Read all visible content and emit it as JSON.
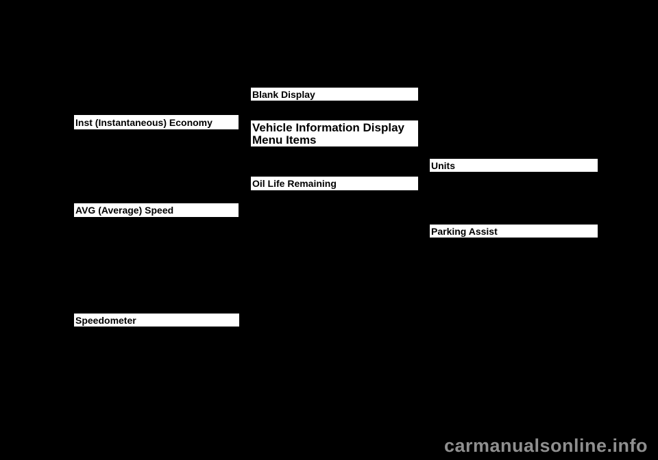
{
  "page": {
    "background_color": "#000000",
    "highlight_bar_color": "#ffffff",
    "heading_text_color": "#000000"
  },
  "headings": {
    "blank_display": "Blank Display",
    "vehicle_info_menu": {
      "line1": "Vehicle Information Display",
      "line2": "Menu Items"
    },
    "oil_life_remaining": "Oil Life Remaining",
    "inst_economy": "Inst (Instantaneous) Economy",
    "avg_speed": "AVG (Average) Speed",
    "speedometer": "Speedometer",
    "units": "Units",
    "parking_assist": "Parking Assist"
  },
  "watermark": {
    "text": "carmanualsonline.info",
    "color": "#8f8f8f"
  }
}
